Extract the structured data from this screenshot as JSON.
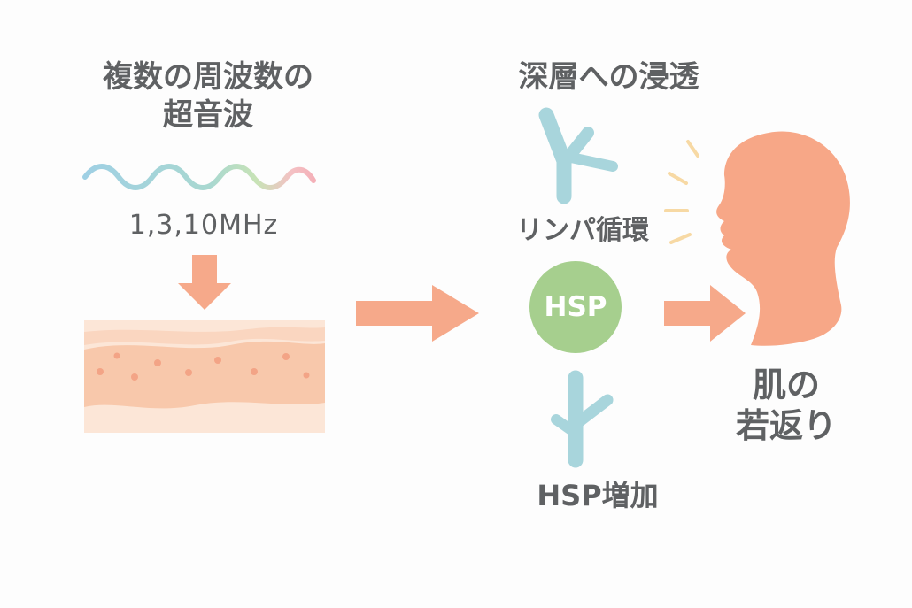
{
  "ultrasound": {
    "title_line1": "複数の周波数の",
    "title_line2": "超音波",
    "frequencies": "1,3,10MHz"
  },
  "penetration": {
    "title": "深層への浸透"
  },
  "lymph": {
    "label": "リンパ循環"
  },
  "hsp": {
    "circle_label": "HSP",
    "increase_label": "HSP増加"
  },
  "result": {
    "line1": "肌の",
    "line2": "若返り"
  },
  "colors": {
    "text": "#5f6163",
    "arrow": "#f6a98a",
    "branch": "#a8d5dc",
    "hsp_circle": "#a6cf8e",
    "face": "#f7a787",
    "ray": "#f7d9a4",
    "skin_top": "#fbe0cf",
    "skin_band": "#f8c9ad"
  }
}
